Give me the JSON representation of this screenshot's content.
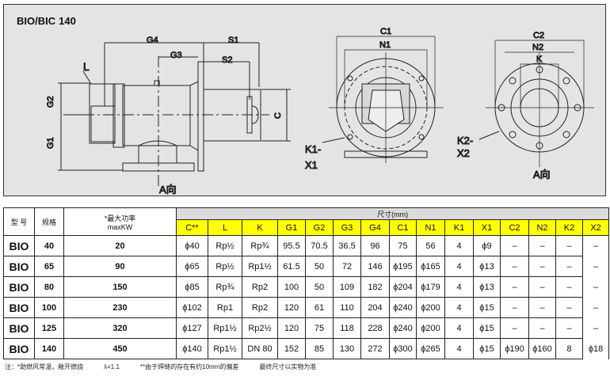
{
  "drawing": {
    "title_main": "BIO/BIC",
    "title_size": "140",
    "labels": {
      "G4": "G4",
      "G3": "G3",
      "S1": "S1",
      "S2": "S2",
      "L": "L",
      "G2": "G2",
      "G1": "G1",
      "C": "C",
      "A_view": "A向",
      "C1": "C1",
      "N1": "N1",
      "K1": "K1-",
      "X1": "X1",
      "C2": "C2",
      "N2": "N2",
      "K": "K",
      "K2": "K2-",
      "X2": "X2",
      "A_view2": "A向"
    }
  },
  "table": {
    "head": {
      "model": "型 号",
      "size": "规格",
      "power_line1": "*最大功率",
      "power_line2": "maxKW",
      "dims": "尺寸(mm)"
    },
    "columns": [
      "C**",
      "L",
      "K",
      "G1",
      "G2",
      "G3",
      "G4",
      "C1",
      "N1",
      "K1",
      "X1",
      "C2",
      "N2",
      "K2",
      "X2"
    ],
    "rows": [
      {
        "model": "BIO",
        "size": "40",
        "power": "20",
        "vals": [
          "ϕ40",
          "Rp½",
          "Rp¾",
          "95.5",
          "70.5",
          "36.5",
          "96",
          "75",
          "56",
          "4",
          "ϕ9",
          "–",
          "–",
          "–",
          "–"
        ]
      },
      {
        "model": "BIO",
        "size": "65",
        "power": "90",
        "vals": [
          "ϕ65",
          "Rp½",
          "Rp1½",
          "61.5",
          "50",
          "72",
          "146",
          "ϕ195",
          "ϕ165",
          "4",
          "ϕ13",
          "–",
          "–",
          "–",
          "–"
        ]
      },
      {
        "model": "BIO",
        "size": "80",
        "power": "150",
        "vals": [
          "ϕ85",
          "Rp¾",
          "Rp2",
          "100",
          "50",
          "109",
          "182",
          "ϕ204",
          "ϕ179",
          "4",
          "ϕ13",
          "–",
          "–",
          "–",
          "–"
        ]
      },
      {
        "model": "BIO",
        "size": "100",
        "power": "230",
        "vals": [
          "ϕ102",
          "Rp1",
          "Rp2",
          "120",
          "61",
          "110",
          "204",
          "ϕ240",
          "ϕ200",
          "4",
          "ϕ15",
          "–",
          "–",
          "–",
          "–"
        ]
      },
      {
        "model": "BIO",
        "size": "125",
        "power": "320",
        "vals": [
          "ϕ127",
          "Rp1½",
          "Rp2½",
          "120",
          "75",
          "118",
          "228",
          "ϕ240",
          "ϕ200",
          "4",
          "ϕ15",
          "–",
          "–",
          "–",
          "–"
        ]
      },
      {
        "model": "BIO",
        "size": "140",
        "power": "450",
        "vals": [
          "ϕ140",
          "Rp1½",
          "DN 80",
          "152",
          "85",
          "130",
          "272",
          "ϕ300",
          "ϕ265",
          "4",
          "ϕ15",
          "ϕ190",
          "ϕ160",
          "8",
          "ϕ18"
        ]
      }
    ]
  },
  "notes": [
    "注：*助燃风常温，敞开燃烧",
    "λ=1.1",
    "**由于焊缝的存在有约10mm的偏差",
    "最终尺寸以实物为准"
  ]
}
